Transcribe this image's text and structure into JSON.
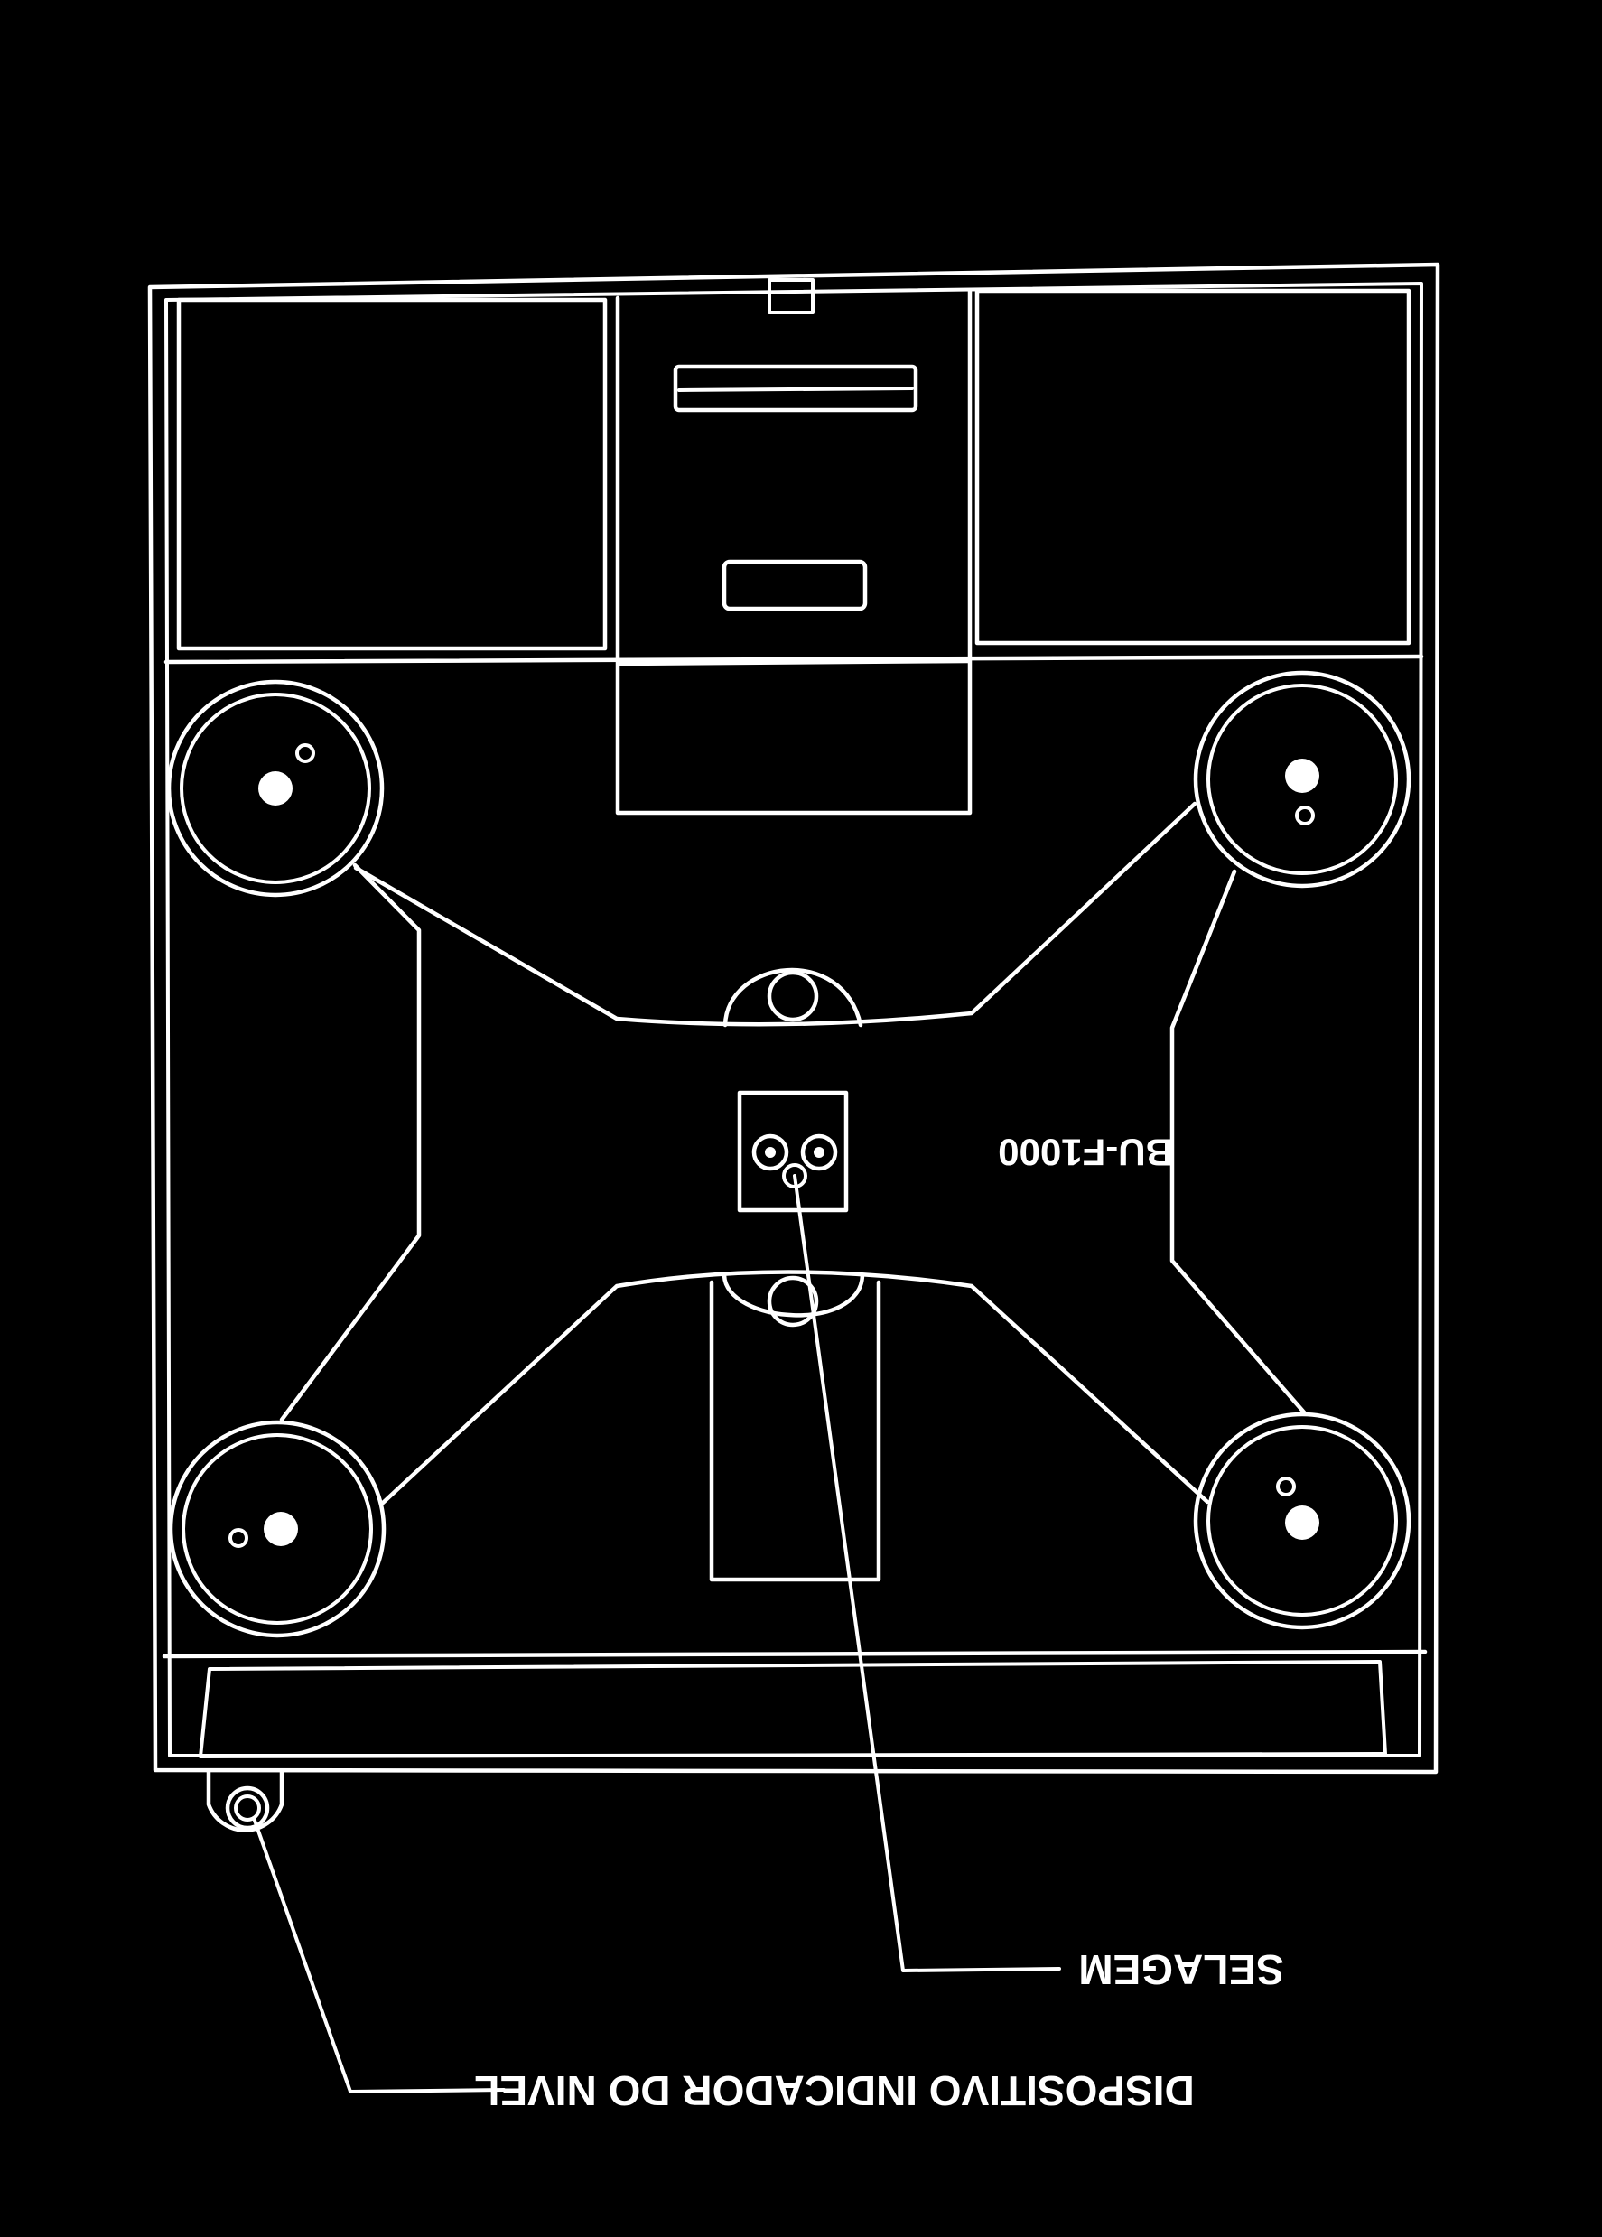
{
  "diagram": {
    "model_label": "BU-F1000",
    "callouts": {
      "seal": "SELAGEM",
      "level_indicator": "DISPOSITIVO INDICADOR DO NIVEL"
    },
    "colors": {
      "background": "#000000",
      "line": "#ffffff"
    }
  }
}
